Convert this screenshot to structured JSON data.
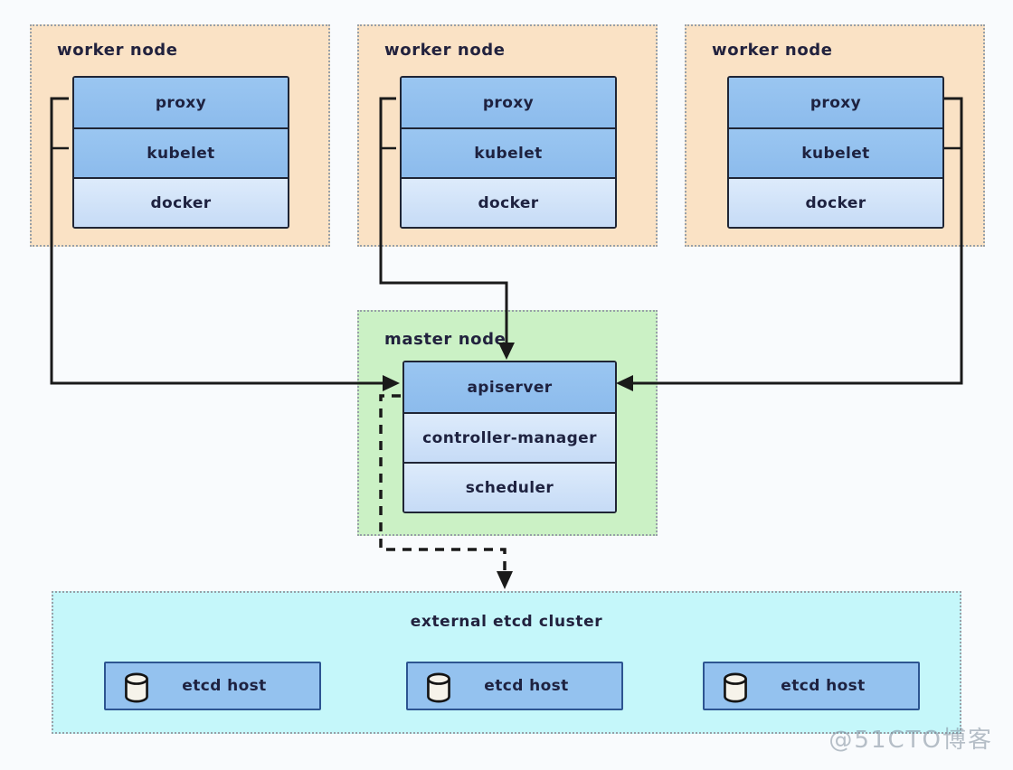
{
  "diagram": {
    "worker_nodes": [
      {
        "title": "worker node",
        "components": [
          "proxy",
          "kubelet",
          "docker"
        ]
      },
      {
        "title": "worker node",
        "components": [
          "proxy",
          "kubelet",
          "docker"
        ]
      },
      {
        "title": "worker node",
        "components": [
          "proxy",
          "kubelet",
          "docker"
        ]
      }
    ],
    "master_node": {
      "title": "master node",
      "components": [
        "apiserver",
        "controller-manager",
        "scheduler"
      ]
    },
    "etcd_cluster": {
      "title": "external etcd cluster",
      "hosts": [
        "etcd host",
        "etcd host",
        "etcd host"
      ]
    },
    "watermark": "@51CTO博客",
    "colors": {
      "worker_bg": "#fae2c5",
      "master_bg": "#cbf1c5",
      "etcd_bg": "#c5f7fa",
      "component_blue": "#90bfee",
      "component_light_blue": "#d3e5f9",
      "etcd_host_fill": "#94c2ef",
      "etcd_host_border": "#2d5591",
      "text_dark": "#1e2240",
      "connector_line": "#1a1a1a"
    }
  }
}
